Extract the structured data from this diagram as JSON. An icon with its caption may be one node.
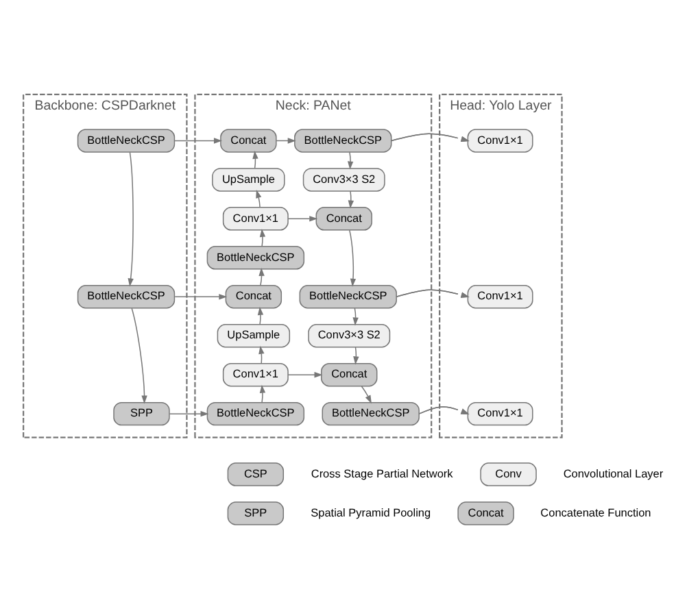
{
  "diagram": {
    "nodes": [
      {
        "text": [
          "Backbone: CSPDarknet"
        ]
      },
      {
        "text": [
          "BottleNeckCSP"
        ],
        "in": 0
      },
      {
        "text": [
          "BottleNeckCSP"
        ],
        "in": 0
      },
      {
        "text": [
          "SPP"
        ],
        "in": 0
      },
      {
        "text": [
          "Neck: PANet"
        ]
      },
      {
        "text": [
          "Concat"
        ],
        "in": 4
      },
      {
        "text": [
          "BottleNeckCSP"
        ],
        "in": 4
      },
      {
        "text": [
          "UpSample"
        ],
        "in": 4
      },
      {
        "text": [
          "Conv3×3 S2"
        ],
        "in": 4
      },
      {
        "text": [
          "Conv1×1"
        ],
        "in": 4
      },
      {
        "text": [
          "Concat"
        ],
        "in": 4
      },
      {
        "text": [
          "BottleNeckCSP"
        ],
        "in": 4
      },
      {
        "text": [
          "Concat"
        ],
        "in": 4
      },
      {
        "text": [
          "BottleNeckCSP"
        ],
        "in": 4
      },
      {
        "text": [
          "UpSample"
        ],
        "in": 4
      },
      {
        "text": [
          "Conv3×3 S2"
        ],
        "in": 4
      },
      {
        "text": [
          "Conv1×1"
        ],
        "in": 4
      },
      {
        "text": [
          "Concat"
        ],
        "in": 4
      },
      {
        "text": [
          "BottleNeckCSP"
        ],
        "in": 4
      },
      {
        "text": [
          "BottleNeckCSP"
        ],
        "in": 4
      },
      {
        "text": [
          "Head: Yolo Layer"
        ]
      },
      {
        "text": [
          "Conv1×1"
        ],
        "in": 20
      },
      {
        "text": [
          "Conv1×1"
        ],
        "in": 20
      },
      {
        "text": [
          "Conv1×1"
        ],
        "in": 20
      },
      {
        "text": [
          "CSP"
        ],
        "beside": [
          "Cross Stage Partial Network"
        ]
      },
      {
        "text": [
          "Conv"
        ],
        "beside": [
          "Convolutional Layer"
        ]
      },
      {
        "text": [
          "SPP"
        ],
        "beside": [
          "Spatial Pyramid Pooling"
        ]
      },
      {
        "text": [
          "Concat"
        ],
        "beside": [
          "Concatenate Function"
        ]
      }
    ],
    "edges": [
      {
        "from": 1,
        "to": 2,
        "arrow": "to"
      },
      {
        "from": 2,
        "to": 3,
        "arrow": "to"
      },
      {
        "from": 1,
        "to": 5,
        "arrow": "to"
      },
      {
        "from": 2,
        "to": 12,
        "arrow": "to"
      },
      {
        "from": 3,
        "to": 18,
        "arrow": "to"
      },
      {
        "from": 18,
        "to": 16,
        "arrow": "to"
      },
      {
        "from": 16,
        "to": 14,
        "arrow": "to"
      },
      {
        "from": 14,
        "to": 12,
        "arrow": "to"
      },
      {
        "from": 12,
        "to": 11,
        "arrow": "to"
      },
      {
        "from": 11,
        "to": 9,
        "arrow": "to"
      },
      {
        "from": 9,
        "to": 7,
        "arrow": "to"
      },
      {
        "from": 7,
        "to": 5,
        "arrow": "to"
      },
      {
        "from": 5,
        "to": 6,
        "arrow": "to"
      },
      {
        "from": 6,
        "to": 8,
        "arrow": "to"
      },
      {
        "from": 8,
        "to": 10,
        "arrow": "to"
      },
      {
        "from": 9,
        "to": 10,
        "arrow": "to"
      },
      {
        "from": 10,
        "to": 13,
        "arrow": "to"
      },
      {
        "from": 13,
        "to": 15,
        "arrow": "to"
      },
      {
        "from": 15,
        "to": 17,
        "arrow": "to"
      },
      {
        "from": 16,
        "to": 17,
        "arrow": "to"
      },
      {
        "from": 17,
        "to": 19,
        "arrow": "to"
      },
      {
        "from": 6,
        "to": 21,
        "arrow": "to"
      },
      {
        "from": 13,
        "to": 22,
        "arrow": "to"
      },
      {
        "from": 19,
        "to": 23,
        "arrow": "to"
      }
    ]
  }
}
